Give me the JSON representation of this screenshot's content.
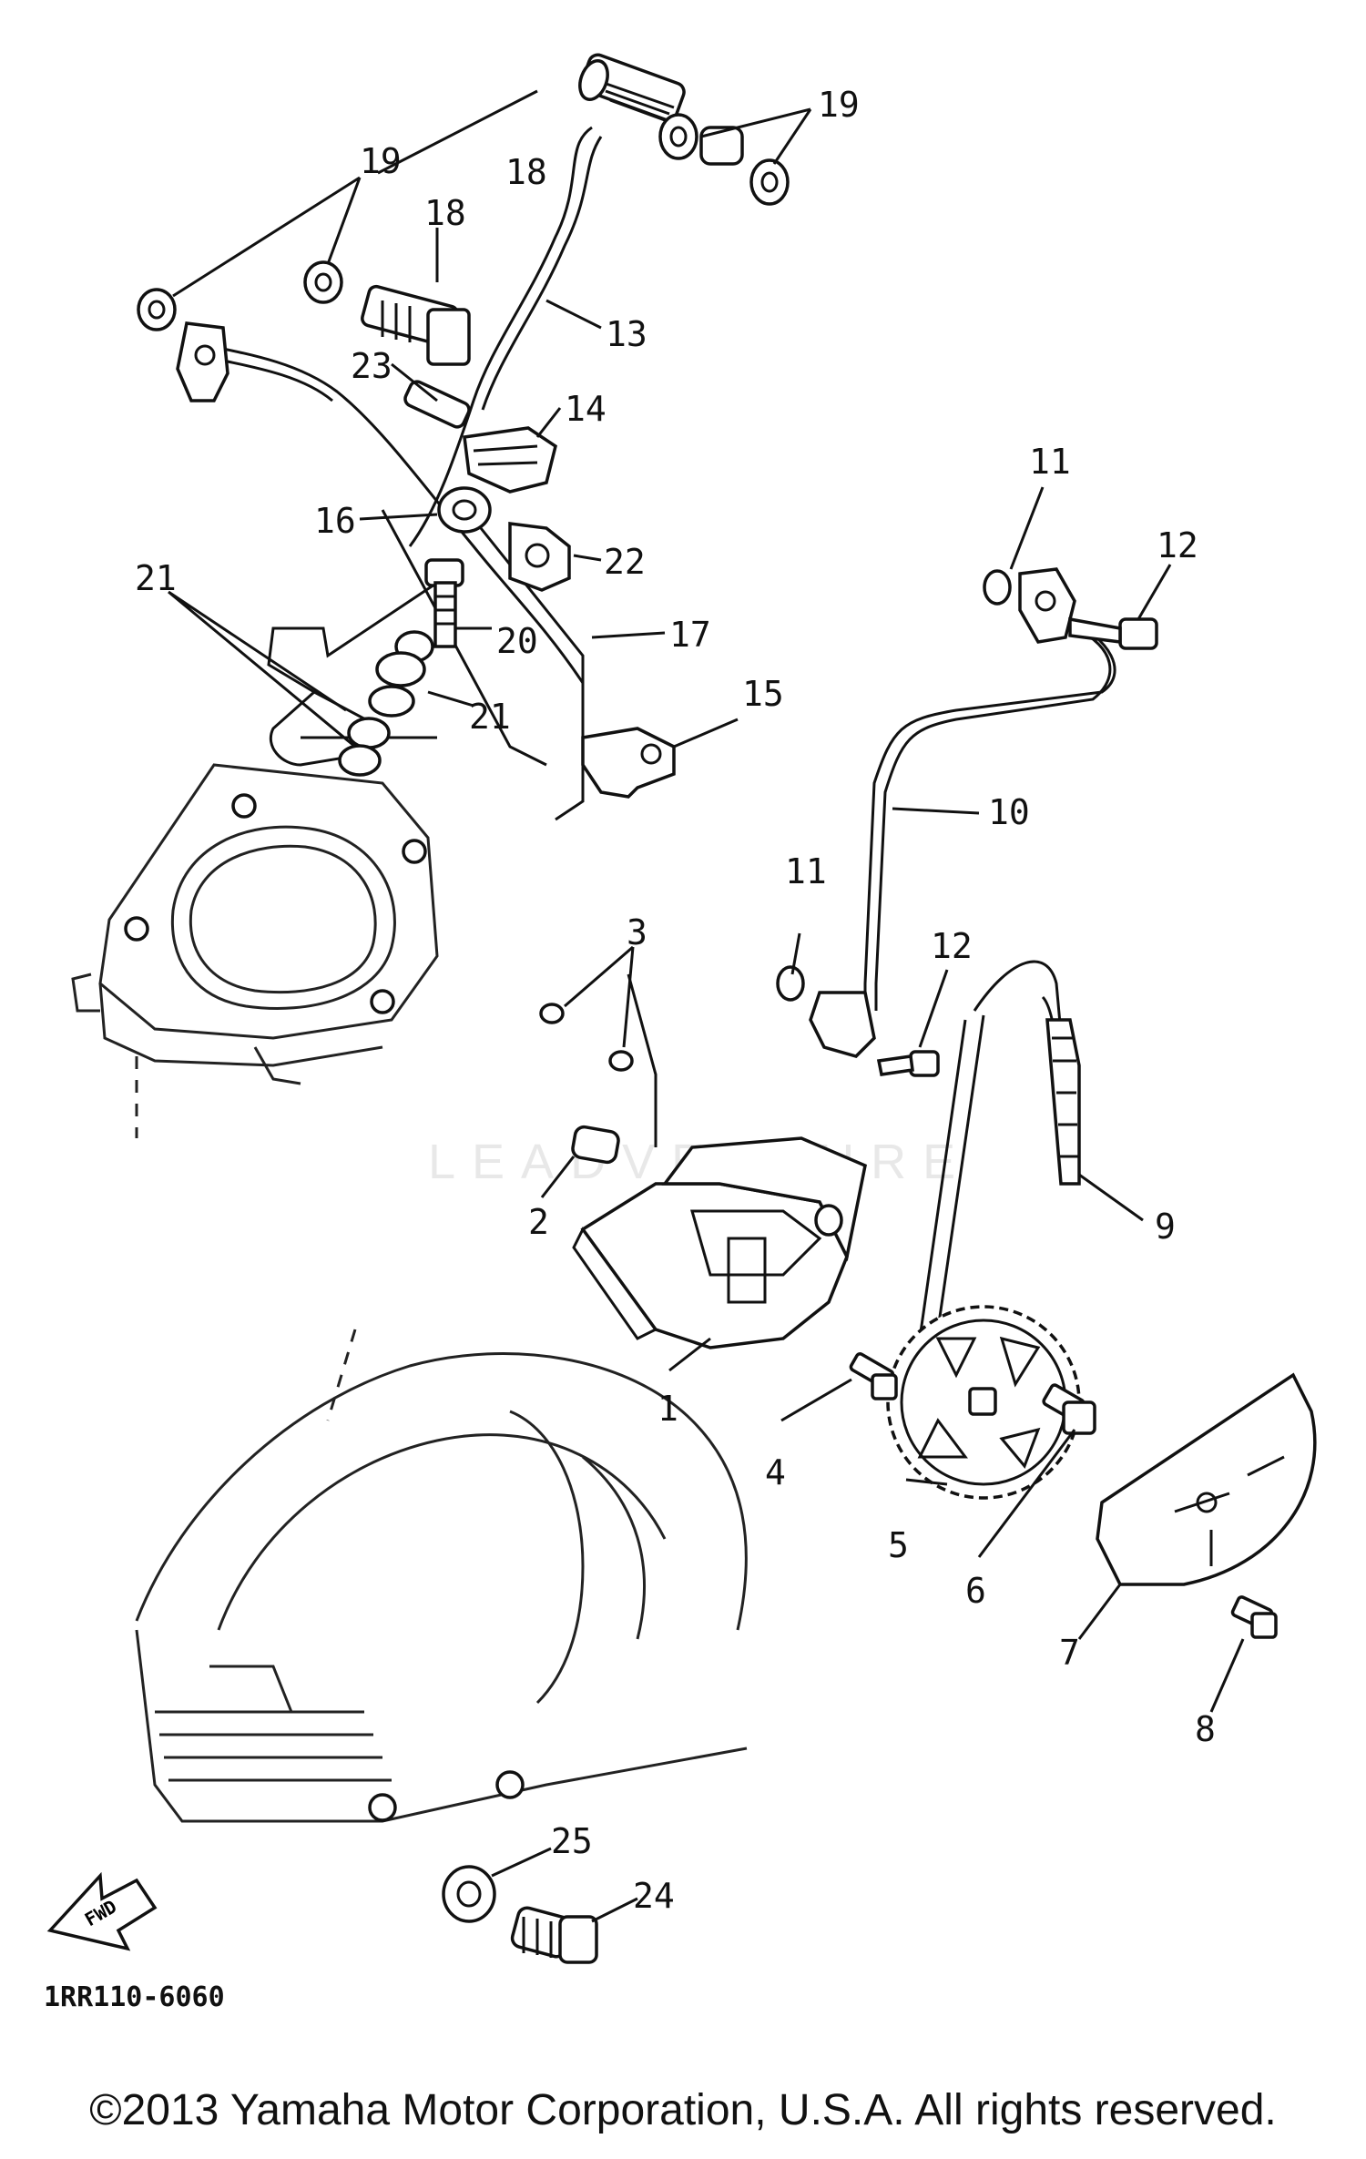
{
  "diagram": {
    "catalog_code": "1RR110-6060",
    "copyright": "©2013 Yamaha Motor Corporation, U.S.A. All rights reserved.",
    "watermark": "LEADVENTURE",
    "direction_label": "FWD",
    "callouts": {
      "c1": "1",
      "c2": "2",
      "c3": "3",
      "c4": "4",
      "c5": "5",
      "c6": "6",
      "c7": "7",
      "c8": "8",
      "c9": "9",
      "c10": "10",
      "c11a": "11",
      "c11b": "11",
      "c12a": "12",
      "c12b": "12",
      "c13": "13",
      "c14": "14",
      "c15": "15",
      "c16": "16",
      "c17": "17",
      "c18a": "18",
      "c18b": "18",
      "c19a": "19",
      "c19b": "19",
      "c20": "20",
      "c21a": "21",
      "c21b": "21",
      "c22": "22",
      "c23": "23",
      "c24": "24",
      "c25": "25"
    }
  }
}
